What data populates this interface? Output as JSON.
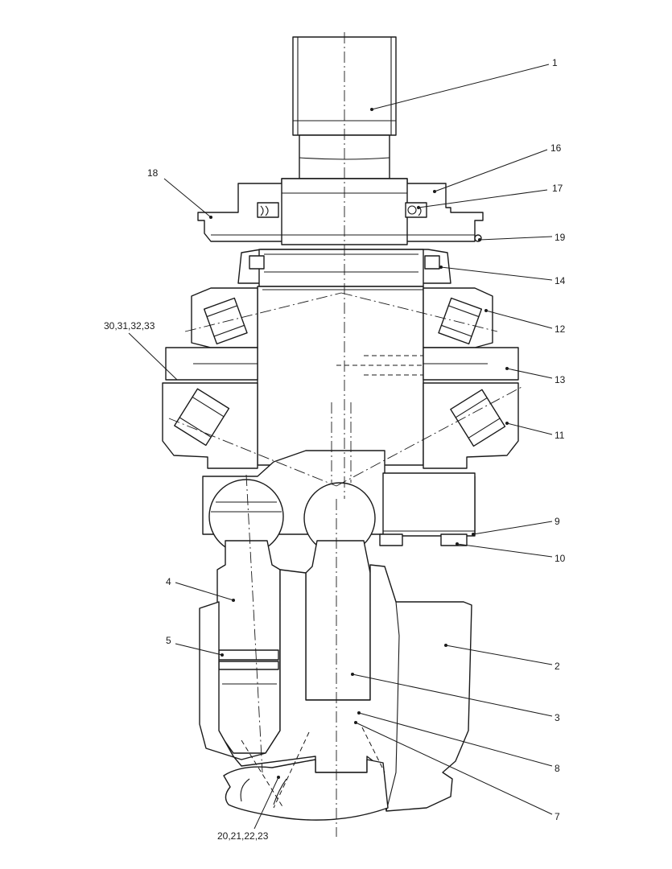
{
  "callouts": {
    "c1": "1",
    "c2": "2",
    "c3": "3",
    "c4": "4",
    "c5": "5",
    "c7": "7",
    "c8": "8",
    "c9": "9",
    "c10": "10",
    "c11": "11",
    "c12": "12",
    "c13": "13",
    "c14": "14",
    "c16": "16",
    "c17": "17",
    "c18": "18",
    "c19": "19",
    "c30": "30,31,32,33",
    "c20": "20,21,22,23"
  }
}
